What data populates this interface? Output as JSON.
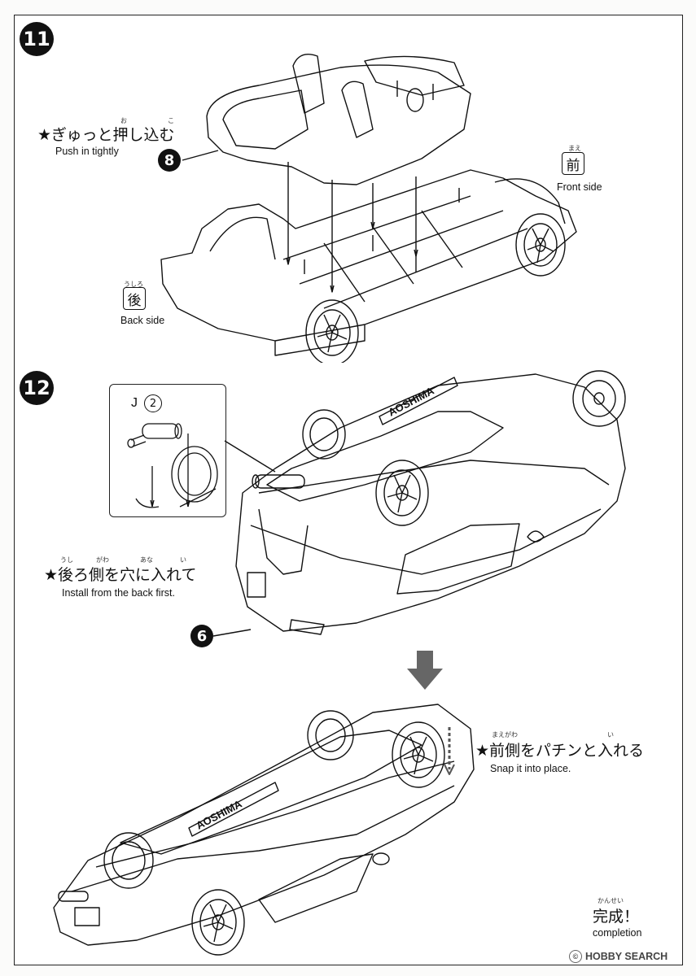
{
  "header": {
    "faint_title": ""
  },
  "step11": {
    "number": "⓫",
    "label_star_jp": "★ぎゅっと押し込む",
    "ruby_o": "お",
    "ruby_ko": "こ",
    "label_en": "Push in tightly",
    "part_number": "8",
    "front": {
      "ruby": "まえ",
      "kanji": "前",
      "en": "Front side"
    },
    "back": {
      "ruby": "うしろ",
      "kanji": "後",
      "en": "Back side"
    }
  },
  "step12": {
    "number": "⓬",
    "inset_part": "J",
    "inset_part_num": "2",
    "label_star_jp": "★後ろ側を穴に入れて",
    "ruby_ushi": "うし",
    "ruby_gawa": "がわ",
    "ruby_ana": "あな",
    "ruby_i": "い",
    "label_en": "Install from the back first.",
    "part_number": "6",
    "brand_top": "AOSHIMA",
    "brand_bottom": "AOSHIMA",
    "snap_jp": "★前側をパチンと入れる",
    "ruby_maegawa": "まえがわ",
    "ruby_i2": "い",
    "snap_en": "Snap it into place.",
    "complete_ruby": "かんせい",
    "complete_jp": "完成！",
    "complete_en": "completion"
  },
  "watermark": {
    "brand": "HOBBY SEARCH",
    "mark": "©"
  }
}
